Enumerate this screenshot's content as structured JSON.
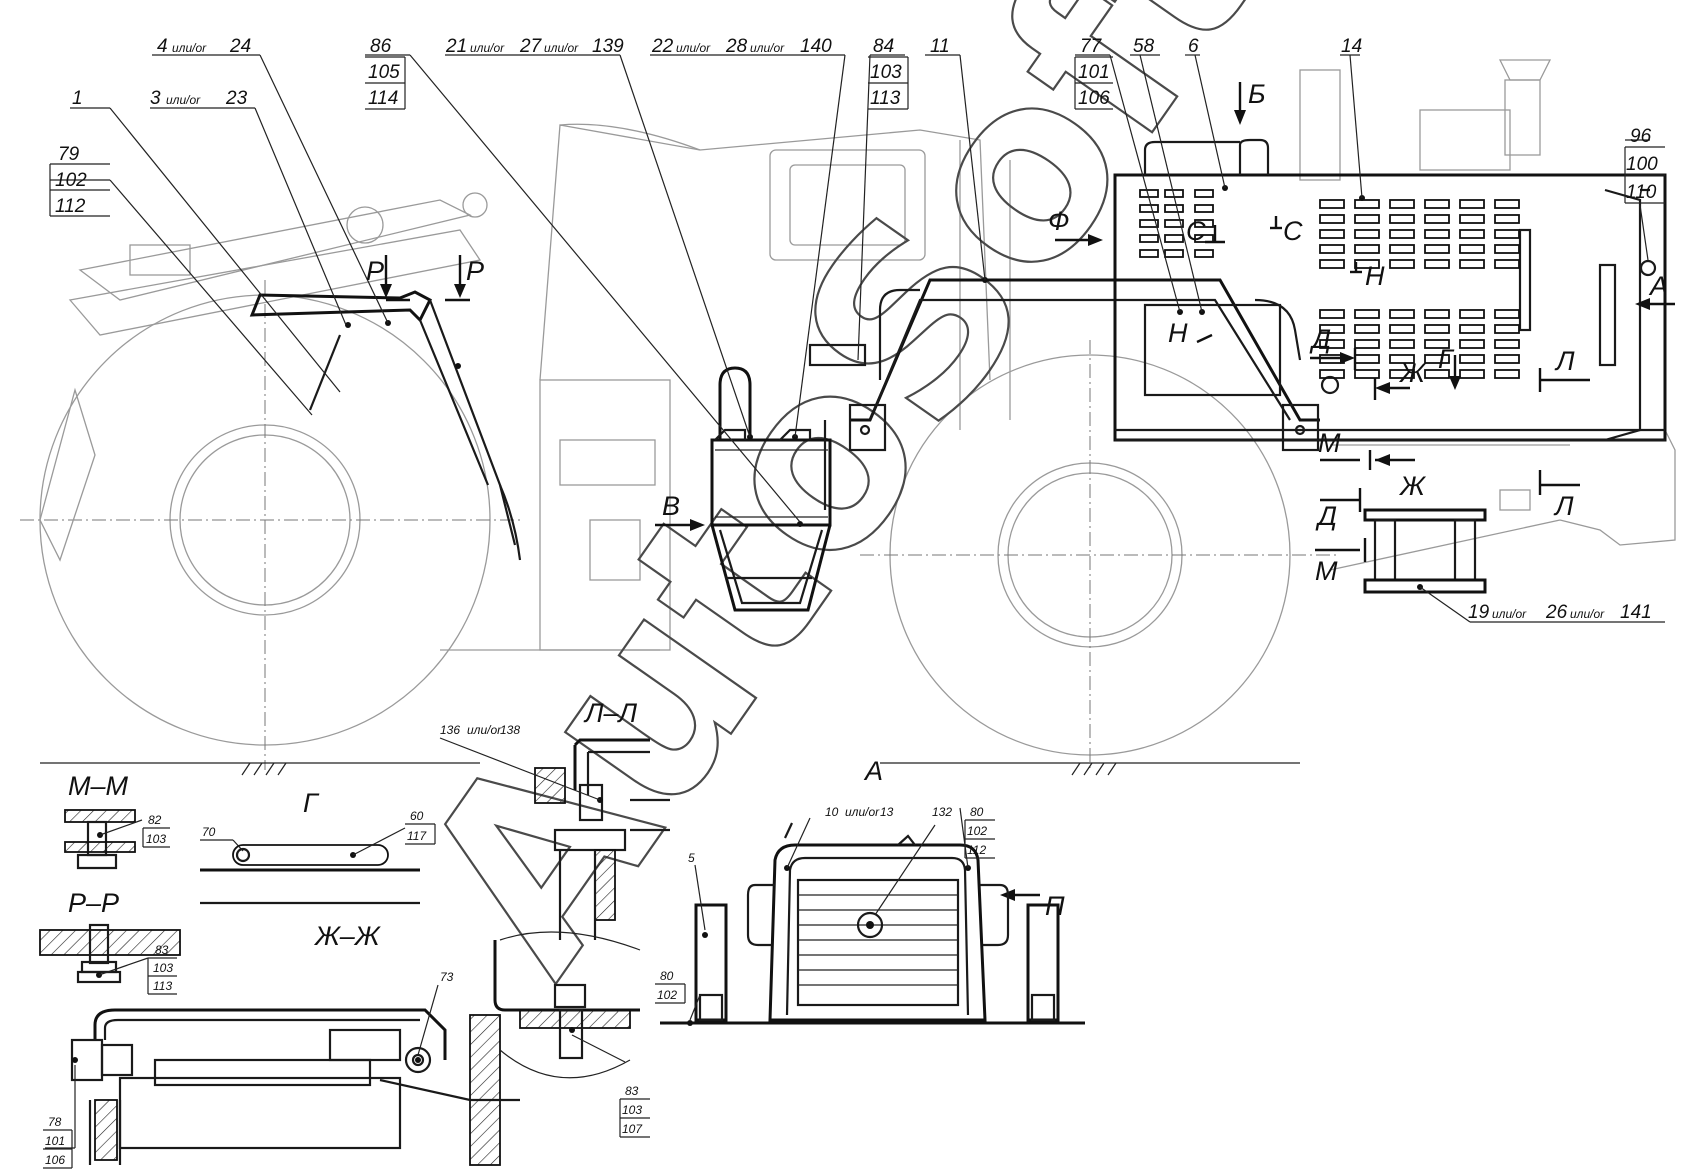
{
  "watermark": "AutoSoft",
  "callouts": {
    "c1": "1",
    "c79": [
      "79",
      "102",
      "112"
    ],
    "c3": [
      "3",
      "или/or",
      "23"
    ],
    "c4": [
      "4",
      "или/or",
      "24"
    ],
    "c86": [
      "86",
      "105",
      "114"
    ],
    "c21": [
      "21",
      "или/or",
      "27",
      "или/or",
      "139"
    ],
    "c22": [
      "22",
      "или/or",
      "28",
      "или/or",
      "140"
    ],
    "c84": [
      "84",
      "103",
      "113"
    ],
    "c11": "11",
    "c77": [
      "77",
      "101",
      "106"
    ],
    "c58": "58",
    "c6": "6",
    "c14": "14",
    "c96": [
      "96",
      "100",
      "110"
    ],
    "c19": [
      "19",
      "или/or",
      "26",
      "или/or",
      "141"
    ],
    "c82": [
      "82",
      "103"
    ],
    "c83a": [
      "83",
      "103",
      "113"
    ],
    "c70": "70",
    "c60": [
      "60",
      "117"
    ],
    "c136": [
      "136",
      "или/or",
      "138"
    ],
    "c73": "73",
    "c78": [
      "78",
      "101",
      "106"
    ],
    "c83b": [
      "83",
      "103",
      "107"
    ],
    "c10": [
      "10",
      "или/or",
      "13"
    ],
    "c132": "132",
    "c80a": [
      "80",
      "102",
      "112"
    ],
    "c5": "5",
    "c80b": [
      "80",
      "102"
    ]
  },
  "view_markers": {
    "B_arrow": "Б",
    "F_arrow": "Ф",
    "C_top": "С",
    "C_mid": "С",
    "H_top": "Н",
    "H_mid": "Н",
    "A_arrow": "А",
    "D_top": "Д",
    "Zh_top": "Ж",
    "G_top": "Г",
    "L_top": "Л",
    "M_mid": "М",
    "Zh_mid": "Ж",
    "D_low": "Д",
    "L_low": "Л",
    "M_low": "М",
    "V_arrow": "В",
    "R_left": "Р",
    "R_right": "Р",
    "P_arrow": "П"
  },
  "section_titles": {
    "MM": "М–М",
    "RR": "Р–Р",
    "G": "Г",
    "ZhZh": "Ж–Ж",
    "LL": "Л–Л",
    "A": "А"
  }
}
